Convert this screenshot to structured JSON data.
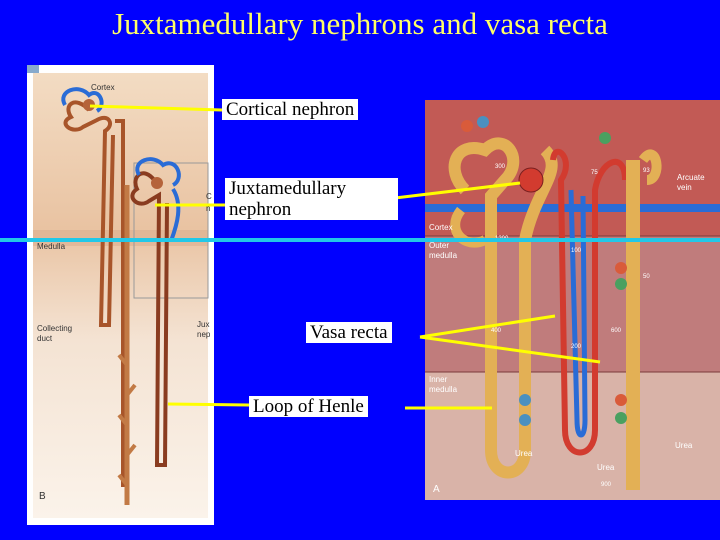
{
  "title": "Juxtamedullary nephrons and vasa recta",
  "callouts": {
    "cortical": "Cortical nephron",
    "juxta_line1": "Juxtamedullary",
    "juxta_line2": "nephron",
    "vasa": "Vasa recta",
    "loop": "Loop of Henle"
  },
  "left_figure": {
    "cortex": "Cortex",
    "medulla": "Medulla",
    "collecting_line1": "Collecting",
    "collecting_line2": "duct",
    "juxta_partial_line1": "Jux",
    "juxta_partial_line2": "nep",
    "c_partial": "C",
    "n_partial": "n",
    "panel_letter": "B"
  },
  "right_figure": {
    "arcuate_line1": "Arcuate",
    "arcuate_line2": "vein",
    "cortex": "Cortex",
    "outer_line1": "Outer",
    "outer_line2": "medulla",
    "inner_line1": "Inner",
    "inner_line2": "medulla",
    "urea": "Urea",
    "panel_letter": "A",
    "osm_300": "300",
    "osm_75": "75",
    "osm_93": "93",
    "osm_100": "100",
    "osm_50": "50",
    "osm_400": "400",
    "osm_600": "600",
    "osm_200": "200",
    "osm_900": "900",
    "osm_1200": "1200"
  },
  "colors": {
    "background": "#0000ff",
    "title": "#ffff66",
    "leader": "#ffff00",
    "divider": "#22c8e8",
    "nephron": "#a8552a",
    "tubule": "#e3b055",
    "vessel_blue": "#2a6cd6",
    "vessel_red": "#d23b2f"
  }
}
